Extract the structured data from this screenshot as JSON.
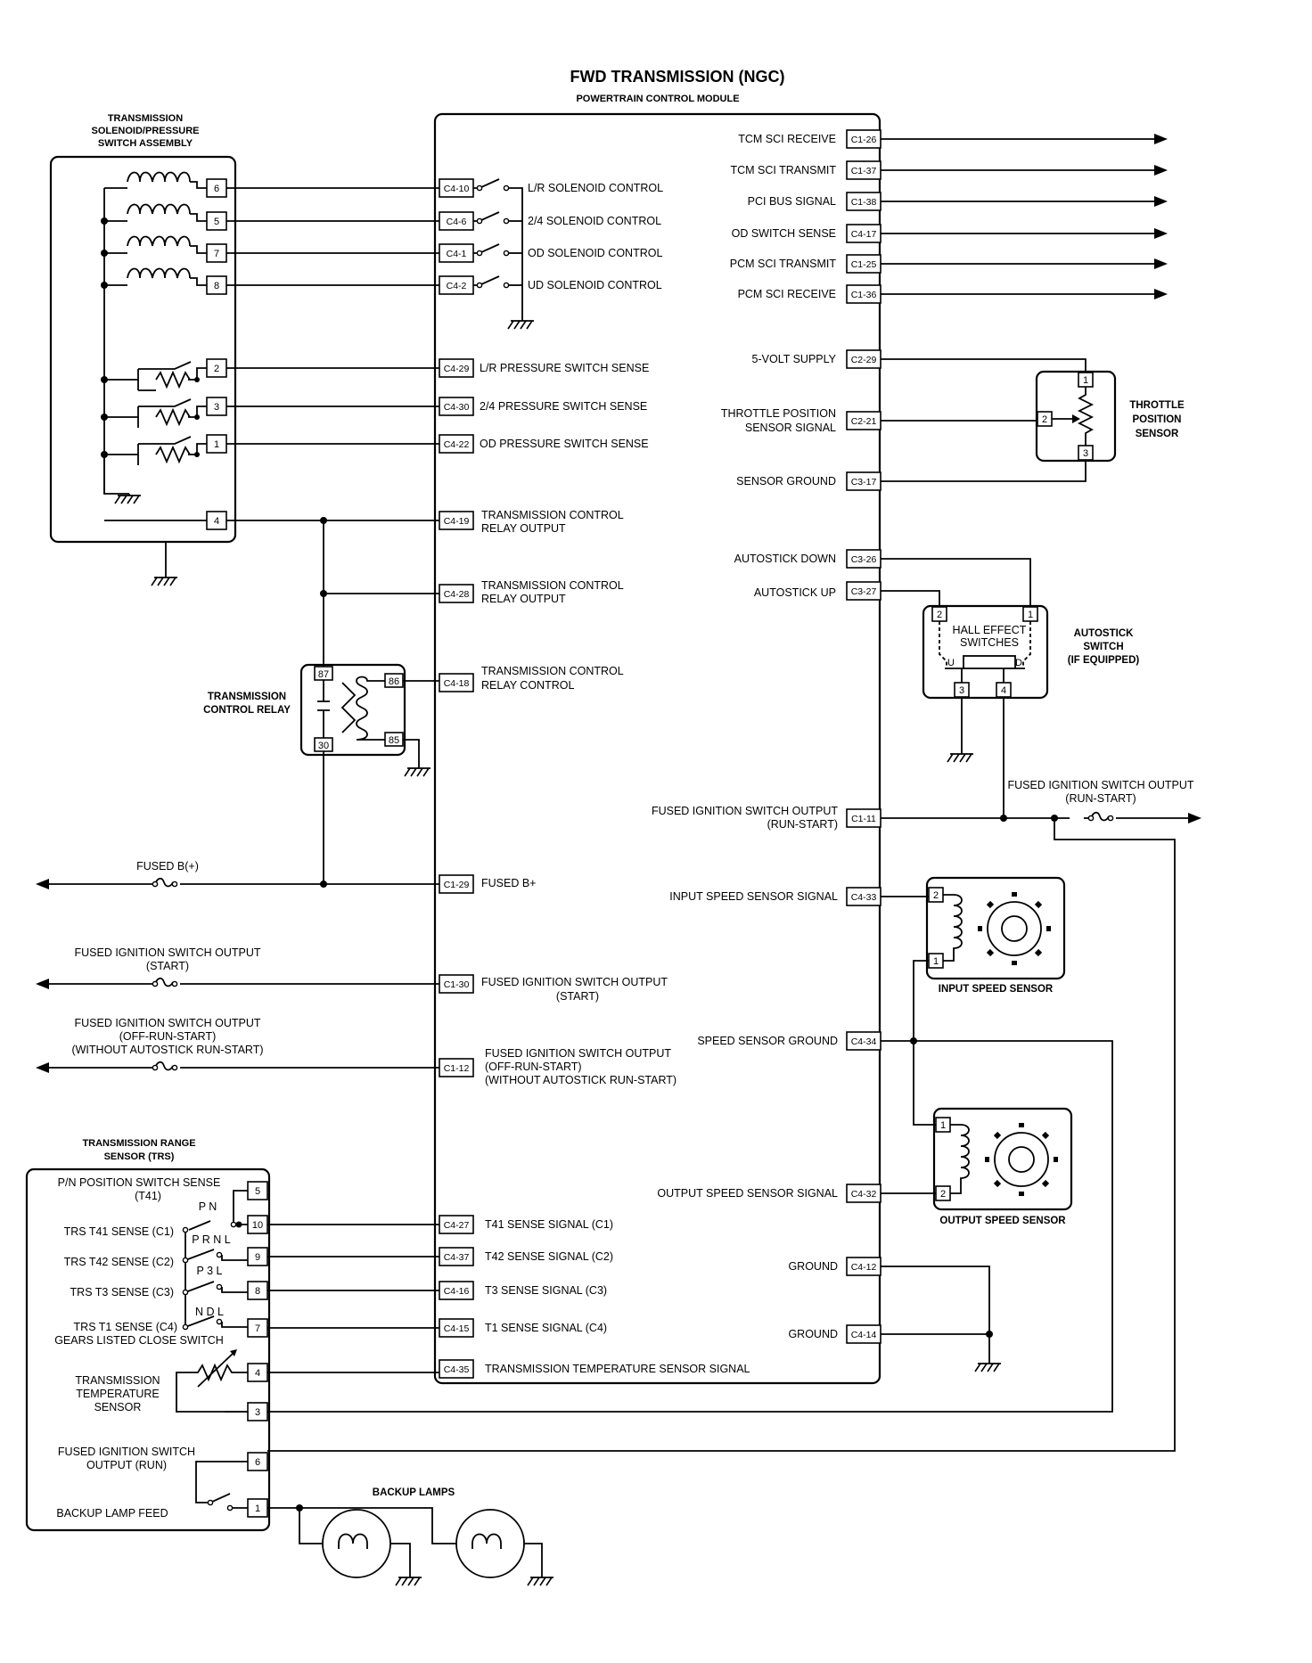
{
  "title": "FWD TRANSMISSION (NGC)",
  "module": "POWERTRAIN CONTROL MODULE",
  "solenoid_assembly": {
    "title_lines": [
      "TRANSMISSION",
      "SOLENOID/PRESSURE",
      "SWITCH ASSEMBLY"
    ],
    "pins": [
      "6",
      "5",
      "7",
      "8",
      "2",
      "3",
      "1",
      "4"
    ]
  },
  "pcm_left": [
    {
      "pin": "C4-10",
      "lines": [
        "L/R SOLENOID CONTROL"
      ]
    },
    {
      "pin": "C4-6",
      "lines": [
        "2/4 SOLENOID CONTROL"
      ]
    },
    {
      "pin": "C4-1",
      "lines": [
        "OD SOLENOID CONTROL"
      ]
    },
    {
      "pin": "C4-2",
      "lines": [
        "UD SOLENOID CONTROL"
      ]
    },
    {
      "pin": "C4-29",
      "lines": [
        "L/R PRESSURE SWITCH SENSE"
      ]
    },
    {
      "pin": "C4-30",
      "lines": [
        "2/4 PRESSURE SWITCH SENSE"
      ]
    },
    {
      "pin": "C4-22",
      "lines": [
        "OD PRESSURE SWITCH SENSE"
      ]
    },
    {
      "pin": "C4-19",
      "lines": [
        "TRANSMISSION CONTROL",
        "RELAY OUTPUT"
      ]
    },
    {
      "pin": "C4-28",
      "lines": [
        "TRANSMISSION CONTROL",
        "RELAY OUTPUT"
      ]
    },
    {
      "pin": "C4-18",
      "lines": [
        "TRANSMISSION CONTROL",
        "RELAY CONTROL"
      ]
    },
    {
      "pin": "C1-29",
      "lines": [
        "FUSED B+"
      ]
    },
    {
      "pin": "C1-30",
      "lines": [
        "FUSED IGNITION SWITCH OUTPUT",
        "(START)"
      ]
    },
    {
      "pin": "C1-12",
      "lines": [
        "FUSED IGNITION SWITCH OUTPUT",
        "(OFF-RUN-START)",
        "(WITHOUT AUTOSTICK RUN-START)"
      ]
    },
    {
      "pin": "C4-27",
      "lines": [
        "T41 SENSE SIGNAL (C1)"
      ]
    },
    {
      "pin": "C4-37",
      "lines": [
        "T42 SENSE SIGNAL (C2)"
      ]
    },
    {
      "pin": "C4-16",
      "lines": [
        "T3 SENSE SIGNAL (C3)"
      ]
    },
    {
      "pin": "C4-15",
      "lines": [
        "T1 SENSE SIGNAL (C4)"
      ]
    },
    {
      "pin": "C4-35",
      "lines": [
        "TRANSMISSION TEMPERATURE SENSOR SIGNAL"
      ]
    }
  ],
  "pcm_right": [
    {
      "pin": "C1-26",
      "lines": [
        "TCM SCI RECEIVE"
      ]
    },
    {
      "pin": "C1-37",
      "lines": [
        "TCM SCI TRANSMIT"
      ]
    },
    {
      "pin": "C1-38",
      "lines": [
        "PCI BUS SIGNAL"
      ]
    },
    {
      "pin": "C4-17",
      "lines": [
        "OD SWITCH SENSE"
      ]
    },
    {
      "pin": "C1-25",
      "lines": [
        "PCM SCI TRANSMIT"
      ]
    },
    {
      "pin": "C1-36",
      "lines": [
        "PCM SCI RECEIVE"
      ]
    },
    {
      "pin": "C2-29",
      "lines": [
        "5-VOLT SUPPLY"
      ]
    },
    {
      "pin": "C2-21",
      "lines": [
        "THROTTLE POSITION",
        "SENSOR SIGNAL"
      ]
    },
    {
      "pin": "C3-17",
      "lines": [
        "SENSOR GROUND"
      ]
    },
    {
      "pin": "C3-26",
      "lines": [
        "AUTOSTICK DOWN"
      ]
    },
    {
      "pin": "C3-27",
      "lines": [
        "AUTOSTICK UP"
      ]
    },
    {
      "pin": "C1-11",
      "lines": [
        "FUSED IGNITION SWITCH OUTPUT",
        "(RUN-START)"
      ]
    },
    {
      "pin": "C4-33",
      "lines": [
        "INPUT SPEED SENSOR SIGNAL"
      ]
    },
    {
      "pin": "C4-34",
      "lines": [
        "SPEED SENSOR GROUND"
      ]
    },
    {
      "pin": "C4-32",
      "lines": [
        "OUTPUT SPEED SENSOR SIGNAL"
      ]
    },
    {
      "pin": "C4-12",
      "lines": [
        "GROUND"
      ]
    },
    {
      "pin": "C4-14",
      "lines": [
        "GROUND"
      ]
    }
  ],
  "throttle_sensor": {
    "lines": [
      "THROTTLE",
      "POSITION",
      "SENSOR"
    ],
    "pins": [
      "1",
      "2",
      "3"
    ]
  },
  "autostick": {
    "lines": [
      "AUTOSTICK",
      "SWITCH",
      "(IF EQUIPPED)"
    ],
    "inner": [
      "HALL EFFECT",
      "SWITCHES"
    ],
    "pins": [
      "2",
      "1",
      "3",
      "4"
    ],
    "u": "U",
    "d": "D"
  },
  "relay": {
    "lines": [
      "TRANSMISSION",
      "CONTROL RELAY"
    ],
    "pins": [
      "87",
      "86",
      "30",
      "85"
    ]
  },
  "ext_left": {
    "fused_b": "FUSED B(+)",
    "start": [
      "FUSED IGNITION SWITCH OUTPUT",
      "(START)"
    ],
    "ors": [
      "FUSED IGNITION SWITCH OUTPUT",
      "(OFF-RUN-START)",
      "(WITHOUT AUTOSTICK RUN-START)"
    ]
  },
  "ext_right": {
    "run_start": [
      "FUSED IGNITION SWITCH OUTPUT",
      "(RUN-START)"
    ]
  },
  "input_speed_sensor": {
    "label": "INPUT SPEED SENSOR",
    "pins": [
      "2",
      "1"
    ]
  },
  "output_speed_sensor": {
    "label": "OUTPUT SPEED SENSOR",
    "pins": [
      "1",
      "2"
    ]
  },
  "trs": {
    "title_lines": [
      "TRANSMISSION RANGE",
      "SENSOR (TRS)"
    ],
    "pn_lines": [
      "P/N POSITION SWITCH SENSE",
      "(T41)"
    ],
    "t41": "TRS T41 SENSE (C1)",
    "t42": "TRS T42 SENSE (C2)",
    "t3": "TRS T3 SENSE (C3)",
    "t1": "TRS T1 SENSE (C4)",
    "gears_note": "GEARS LISTED CLOSE SWITCH",
    "temp_lines": [
      "TRANSMISSION",
      "TEMPERATURE",
      "SENSOR"
    ],
    "fused_run_lines": [
      "FUSED IGNITION SWITCH",
      "OUTPUT (RUN)"
    ],
    "backup_feed": "BACKUP LAMP FEED",
    "gear_pn": "P N",
    "gear_prnl": "P R N L",
    "gear_p3l": "P 3 L",
    "gear_ndl": "N D L",
    "pins": [
      "5",
      "10",
      "9",
      "8",
      "7",
      "4",
      "3",
      "6",
      "1"
    ]
  },
  "backup_lamps": "BACKUP LAMPS"
}
